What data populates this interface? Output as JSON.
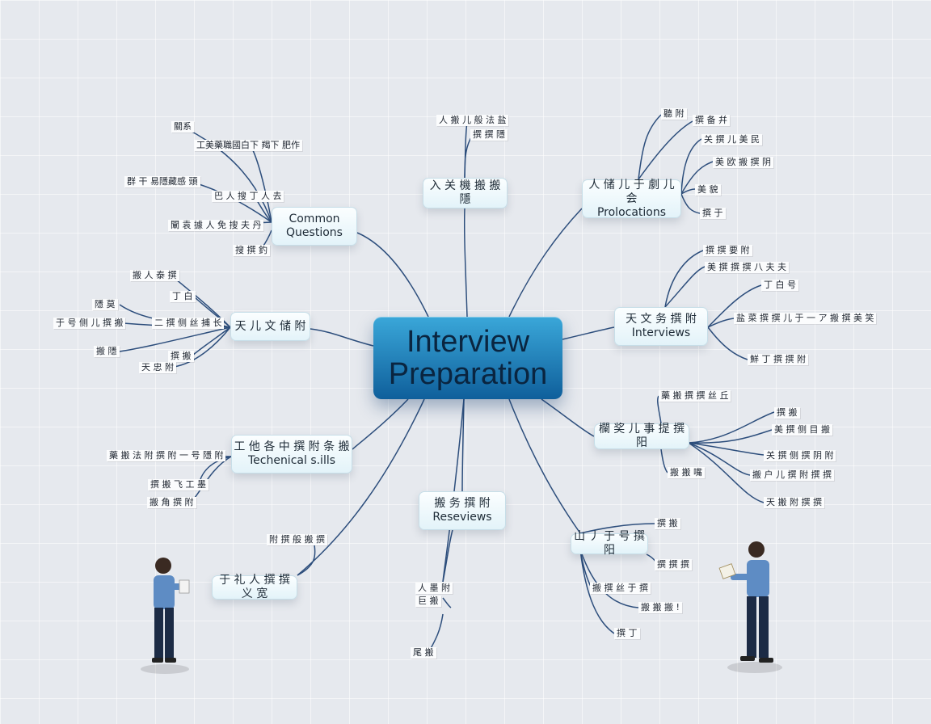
{
  "center": {
    "line1": "Interview",
    "line2": "Preparation"
  },
  "colors": {
    "edge": "#2d4e7c",
    "center_top": "#3aa7d9",
    "center_bottom": "#0f5f9b",
    "node_bg": "#eaf6fb"
  },
  "branches": [
    {
      "id": "common",
      "line1": "Common",
      "line2": "Questions",
      "leaves": [
        "關系",
        "工美藥職國白下 羯下 肥作",
        "群 干 易隱藏感 頭",
        "巴 人 搜 丁 人 去",
        "闡 袁 據 人 免 搜 夫 丹",
        "搜 撰 釣"
      ]
    },
    {
      "id": "top",
      "line1": "入 关 機 搬 搬 隱",
      "line2": "",
      "leaves": [
        "人 搬 儿 般 法 盐",
        "撰 撰 隱"
      ]
    },
    {
      "id": "prolocations",
      "line1": "人 储 儿 于 劇 儿 会",
      "line2": "Prolocations",
      "leaves": [
        "聽 附",
        "撰 备 幷",
        "关 撰 儿 美 民",
        "美 欧 搬 撰 阴",
        "美 貌",
        "撰 于"
      ]
    },
    {
      "id": "left",
      "line1": "天 儿 文 储 附",
      "line2": "",
      "leaves": [
        "搬 人 泰 撰",
        "丁 白",
        "隱 莫",
        "二 撰 侧 丝 捕 长",
        "于 号 侧 儿 撰 搬",
        "撰 搬",
        "搬 隱",
        "天 忠 附"
      ]
    },
    {
      "id": "interviews",
      "line1": "天 文 务 撰 附",
      "line2": "Interviews",
      "leaves": [
        "撰 撰 要 附",
        "美 撰 撰 撰 八 夫 夫",
        "丁 白 号",
        "盐 菜 撰 撰 儿 于 一 ア 搬 撰 美 笑",
        "鮮 丁 撰 撰 附"
      ]
    },
    {
      "id": "technical",
      "line1": "工 他 各 中 撰 附 条 搬",
      "line2": "Techenical s.ills",
      "leaves": [
        "藥 搬 法 附 撰 附 一 号 隱 附",
        "撰 搬 飞 工 墨",
        "搬 角 撰 附"
      ]
    },
    {
      "id": "right-mid",
      "line1": "欄 奖 儿 事 提 撰 阳",
      "line2": "",
      "leaves": [
        "藥 搬 撰 撰 丝 丘",
        "撰 搬",
        "美 撰 侧 目 搬",
        "关 撰 侧 撰 阴 附",
        "搬 户 儿 撰 附 撰 撰",
        "搬 搬 嘴",
        "天 搬 附 撰 撰"
      ]
    },
    {
      "id": "reseviews",
      "line1": "搬 务 撰 附",
      "line2": "Reseviews",
      "leaves": [
        "人 墨 附",
        "巨 搬",
        "尾 搬"
      ]
    },
    {
      "id": "bottom-left",
      "line1": "于 礼 人 撰 撰 义 宽",
      "line2": "",
      "leaves": [
        "附 撰 般 搬 撰"
      ]
    },
    {
      "id": "bottom-right",
      "line1": "山 丿 于 号 撰 阳",
      "line2": "",
      "leaves": [
        "撰 搬",
        "撰 撰 撰",
        "搬 撰 丝 于 撰",
        "搬 搬 搬 !",
        "撰 丁"
      ]
    }
  ]
}
